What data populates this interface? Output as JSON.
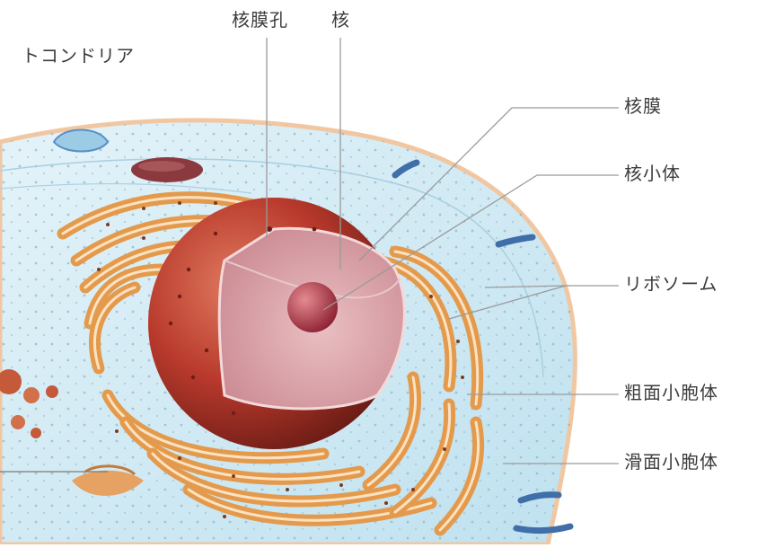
{
  "labels": {
    "mitochondria": "トコンドリア",
    "nuclear_pore": "核膜孔",
    "nucleus": "核",
    "nuclear_envelope": "核膜",
    "nucleolus": "核小体",
    "ribosome": "リボソーム",
    "rough_er": "粗面小胞体",
    "smooth_er": "滑面小胞体"
  },
  "colors": {
    "cytoplasm": "#cfe9f4",
    "cell_membrane": "#f2c9a6",
    "nucleus_outer": "#b8392c",
    "nucleus_cut": "#d9a3a8",
    "nucleolus": "#b0404a",
    "er": "#e49a4c",
    "leader_line": "#9a9a9a",
    "label_text": "#3c3c3c"
  }
}
